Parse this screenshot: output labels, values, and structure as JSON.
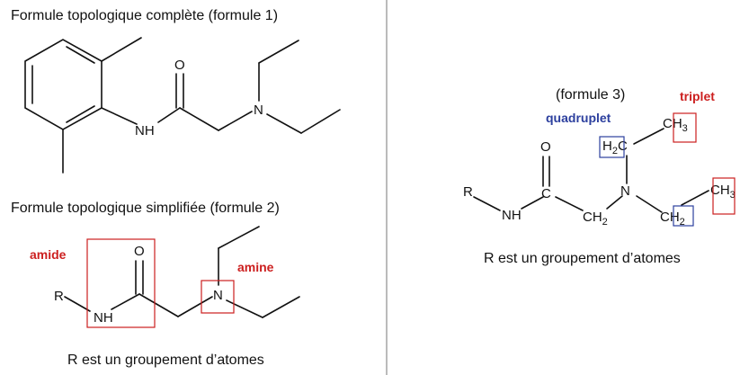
{
  "colors": {
    "red": "#cc1f1f",
    "blue": "#2c3f9e",
    "divider": "#777777"
  },
  "left": {
    "title_full": "Formule topologique complète (formule 1)",
    "title_simplified": "Formule topologique simplifiée (formule 2)",
    "f1": {
      "nh": "NH",
      "o": "O",
      "n": "N"
    },
    "f2": {
      "r": "R",
      "nh": "NH",
      "o": "O",
      "n": "N"
    },
    "tag_amide": "amide",
    "tag_amine": "amine",
    "caption": "R est un groupement d’atomes"
  },
  "right": {
    "title": "(formule 3)",
    "tag_quadruplet": "quadruplet",
    "tag_triplet": "triplet",
    "r": "R",
    "nh": "NH",
    "c": "C",
    "o": "O",
    "n": "N",
    "h2c_main": "H",
    "h2c_sub": "2",
    "h2c_end": "C",
    "ch3_top_main": "CH",
    "ch3_top_sub": "3",
    "ch3_right_main": "CH",
    "ch3_right_sub": "3",
    "ch2_mid_main": "CH",
    "ch2_mid_sub": "2",
    "ch2_right_main": "CH",
    "ch2_right_sub": "2",
    "caption": "R est un groupement d’atomes"
  }
}
